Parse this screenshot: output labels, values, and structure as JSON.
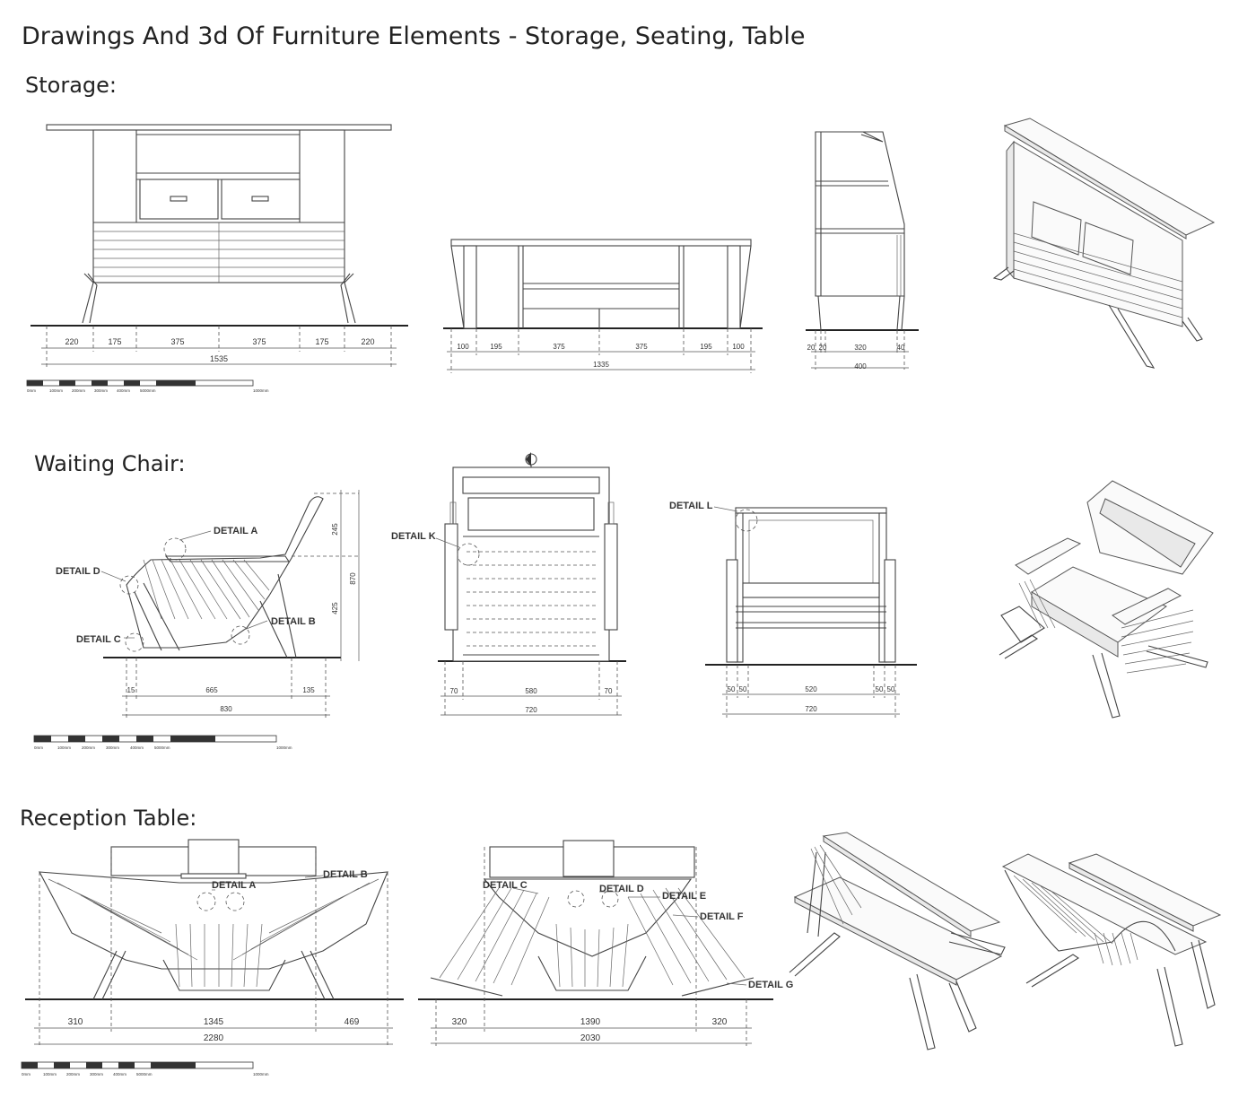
{
  "title": "Drawings And 3d Of Furniture Elements - Storage, Seating, Table",
  "sections": {
    "storage": "Storage:",
    "chair": "Waiting Chair:",
    "table": "Reception Table:"
  },
  "storage": {
    "front_dims": [
      "220",
      "175",
      "375",
      "375",
      "175",
      "220"
    ],
    "front_total": "1535",
    "back_dims": [
      "100",
      "195",
      "375",
      "375",
      "195",
      "100"
    ],
    "back_total": "1335",
    "side_dims": [
      "20",
      "20",
      "320",
      "40"
    ],
    "side_total": "400"
  },
  "chair": {
    "side_dims": [
      "15",
      "665",
      "135"
    ],
    "side_total": "830",
    "side_heights": [
      "245",
      "425"
    ],
    "side_height_total": "870",
    "details": [
      "DETAIL A",
      "DETAIL D",
      "DETAIL B",
      "DETAIL C",
      "DETAIL K",
      "DETAIL L"
    ],
    "front_dims": [
      "70",
      "580",
      "70"
    ],
    "front_total": "720",
    "back_dims": [
      "50",
      "50",
      "520",
      "50",
      "50"
    ],
    "back_total": "720"
  },
  "table": {
    "front_dims": [
      "310",
      "1345",
      "469"
    ],
    "front_total": "2280",
    "side_dims": [
      "320",
      "1390",
      "320"
    ],
    "side_total": "2030",
    "details": [
      "DETAIL B",
      "DETAIL A",
      "DETAIL C",
      "DETAIL D",
      "DETAIL E",
      "DETAIL F",
      "DETAIL G"
    ]
  },
  "scale_labels": [
    "0mm",
    "100mm",
    "200mm",
    "300mm",
    "400mm",
    "5000mm",
    "1000mm"
  ]
}
